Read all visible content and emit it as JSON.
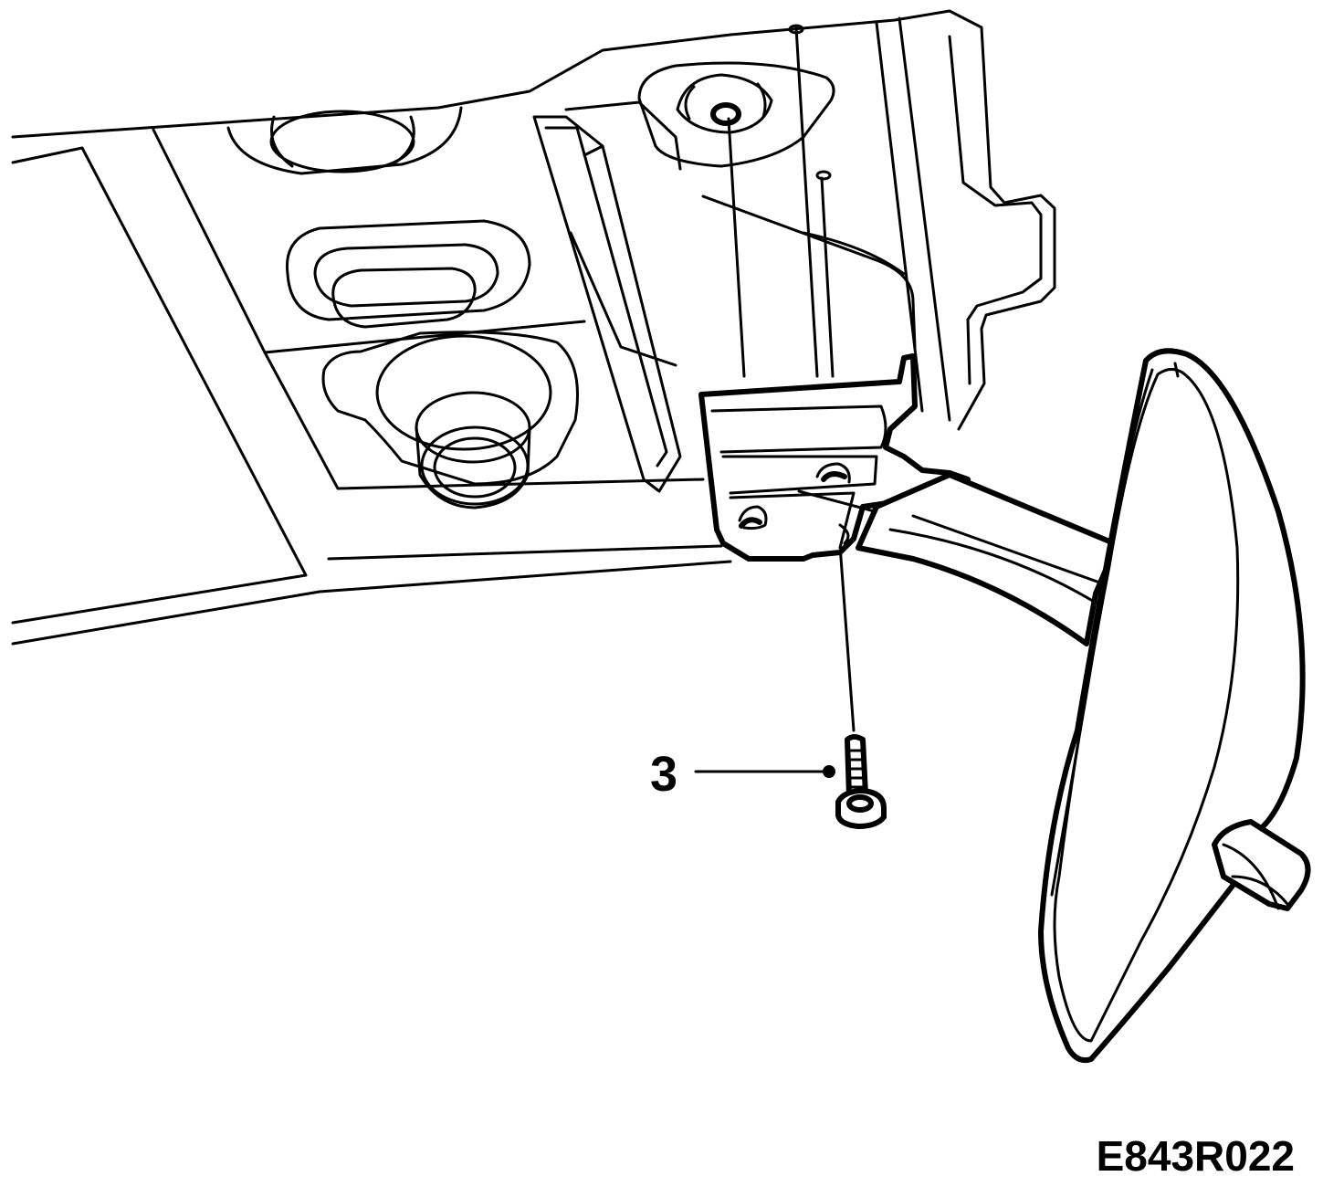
{
  "callouts": [
    {
      "number": "3",
      "part": "screw"
    }
  ],
  "figure_code": "E843R022",
  "colors": {
    "line": "#000000",
    "background": "#ffffff"
  }
}
